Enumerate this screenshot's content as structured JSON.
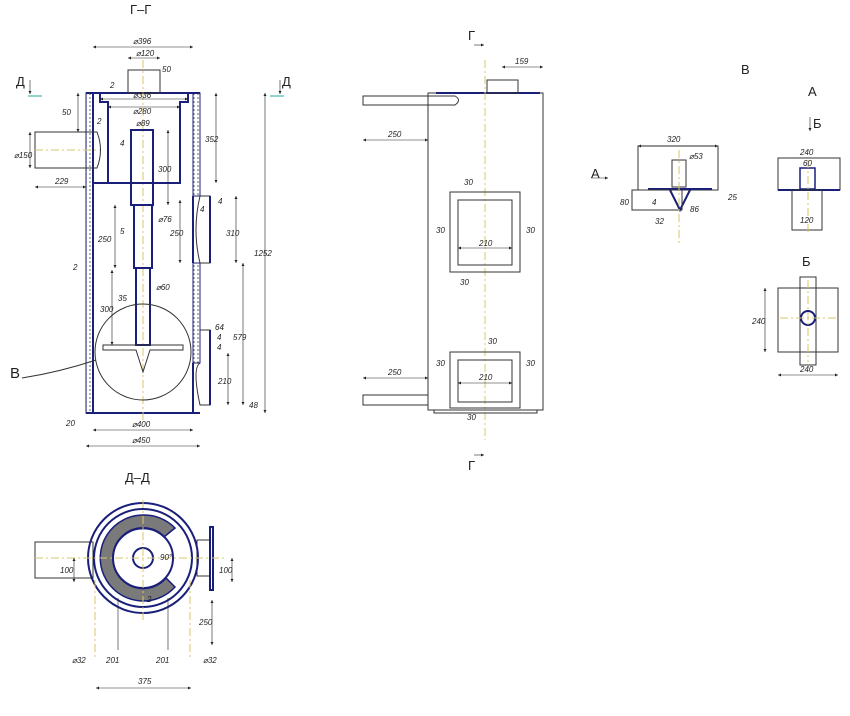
{
  "section_gg": {
    "title": "Г–Г",
    "cut_d_left": "Д",
    "cut_d_right": "Д",
    "d396": "⌀396",
    "d120": "⌀120",
    "d50": "50",
    "d2a": "2",
    "d336": "⌀336",
    "d280": "⌀280",
    "d2b": "2",
    "d89": "⌀89",
    "d50b": "50",
    "d150": "⌀150",
    "d229": "229",
    "d352": "352",
    "d4a": "4",
    "d300a": "300",
    "d4b": "4",
    "d4c": "4",
    "d76": "⌀76",
    "d250a": "250",
    "d5": "5",
    "d250b": "250",
    "d310": "310",
    "d1252": "1252",
    "d2c": "2",
    "d60": "⌀60",
    "d35": "35",
    "d300b": "300",
    "d64": "64",
    "d4d": "4",
    "d4e": "4",
    "d579": "579",
    "d210": "210",
    "d48": "48",
    "d20": "20",
    "d400": "⌀400",
    "d450": "⌀450",
    "detail_callout": "В"
  },
  "front_view": {
    "cut_top": "Г",
    "cut_bottom": "Г",
    "d159": "159",
    "d250a": "250",
    "d250b": "250",
    "w1_30t": "30",
    "w1_30l": "30",
    "w1_30r": "30",
    "w1_210": "210",
    "w1_30b": "30",
    "w2_30t": "30",
    "w2_30l": "30",
    "w2_30r": "30",
    "w2_210": "210",
    "w2_30b": "30"
  },
  "detail_v": {
    "title": "В",
    "view_a_arrow": "А",
    "d320": "320",
    "d53": "⌀53",
    "d80": "80",
    "d4": "4",
    "d86": "86",
    "d25": "25",
    "d32": "32"
  },
  "view_a": {
    "title": "А",
    "cut_b": "Б",
    "d240": "240",
    "d60": "60",
    "d120": "120"
  },
  "view_b": {
    "title": "Б",
    "d240v": "240",
    "d240h": "240"
  },
  "section_dd": {
    "title": "Д–Д",
    "d90": "90°",
    "d2": "2",
    "d100l": "100",
    "d100r": "100",
    "d250": "250",
    "d32l": "⌀32",
    "d201l": "201",
    "d201r": "201",
    "d32r": "⌀32",
    "d375": "375"
  }
}
